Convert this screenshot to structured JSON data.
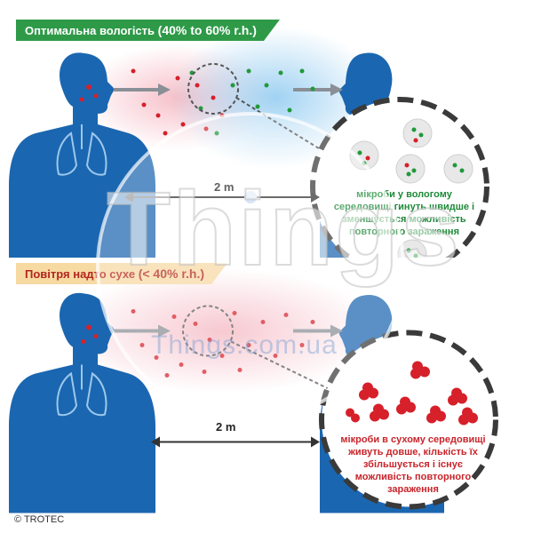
{
  "top": {
    "banner_label": "Оптимальна вологість",
    "banner_range": "(40% to 60% r.h.)",
    "distance": "2 m",
    "caption": "мікроби у вологому середовищі гинуть швидше і зменшується можливість повторного зараження"
  },
  "bottom": {
    "banner_label": "Повітря надто сухе",
    "banner_range": "(< 40% r.h.)",
    "distance": "2 m",
    "caption": "мікроби в сухому середовищі живуть довше, кількість їх збільшується і існує можливість повторного зараження"
  },
  "watermark": {
    "brand": "Things",
    "url": "Things.com.ua"
  },
  "copyright": "© TROTEC",
  "colors": {
    "person": "#1b66b0",
    "green_banner": "#2e9a48",
    "dry_banner": "#f7d9a2",
    "microbe_red": "#d6202a",
    "microbe_green": "#1f9a3a"
  }
}
